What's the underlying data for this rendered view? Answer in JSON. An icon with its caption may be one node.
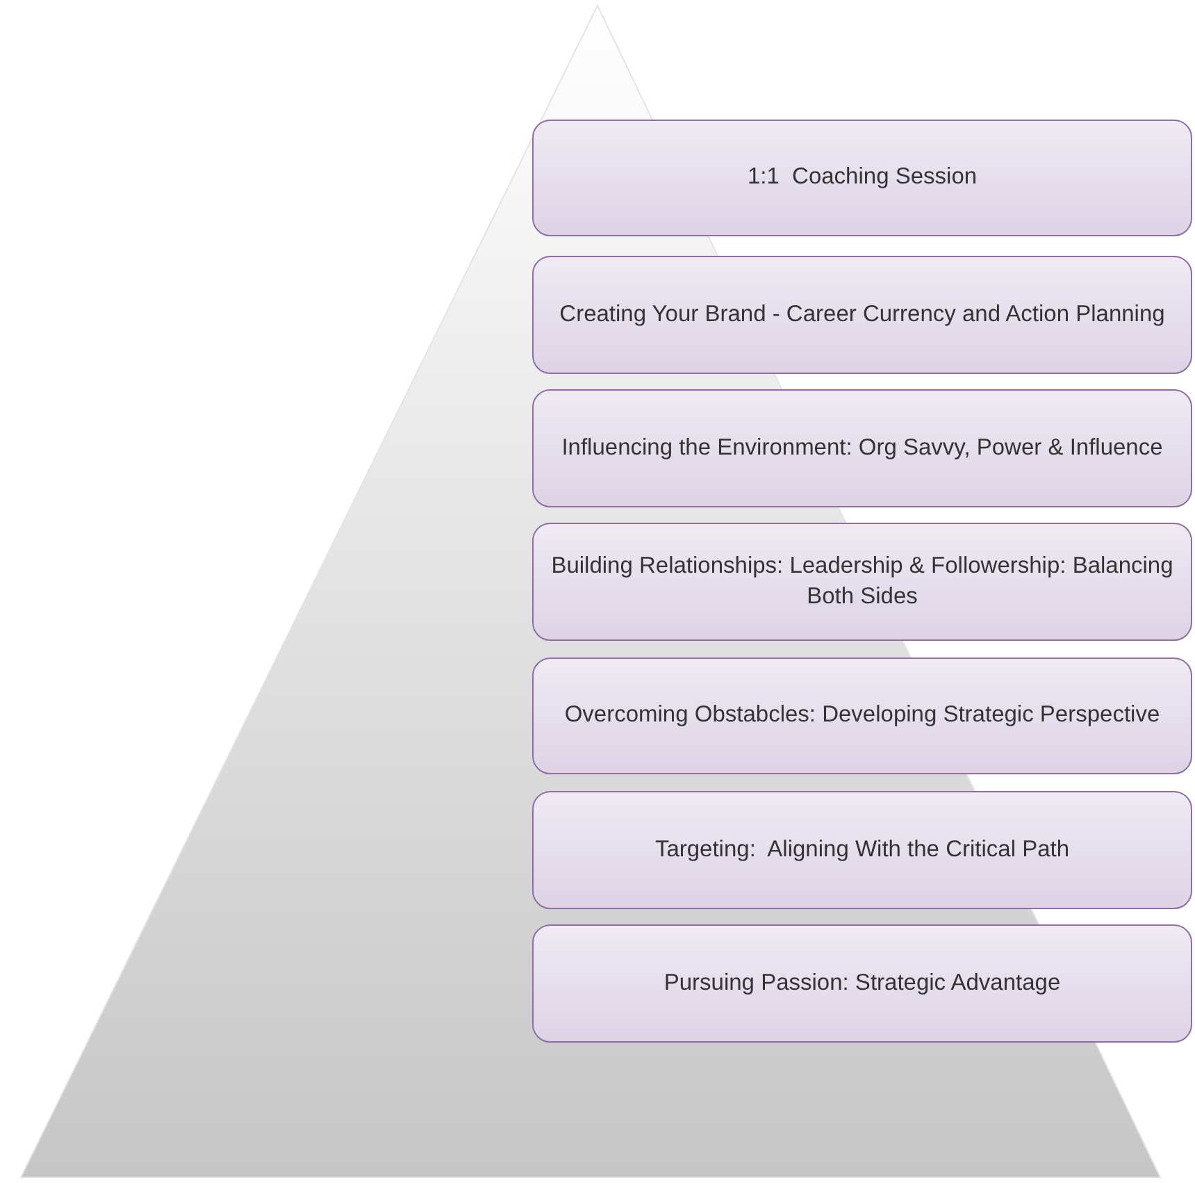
{
  "diagram": {
    "nodes": [
      {
        "text": [
          "1:1  Coaching Session"
        ]
      },
      {
        "text": [
          "Creating Your Brand - Career Currency and Action Planning"
        ]
      },
      {
        "text": [
          "Influencing the Environment: Org Savvy, Power & Influence"
        ]
      },
      {
        "text": [
          "Building Relationships: Leadership & Followership: Balancing Both Sides"
        ]
      },
      {
        "text": [
          "Overcoming Obstabcles: Developing Strategic Perspective"
        ]
      },
      {
        "text": [
          "Targeting:  Aligning With the Critical Path"
        ]
      },
      {
        "text": [
          "Pursuing Passion: Strategic Advantage"
        ]
      }
    ]
  }
}
